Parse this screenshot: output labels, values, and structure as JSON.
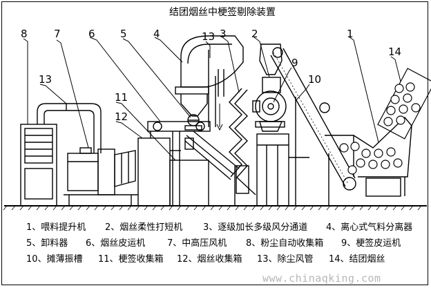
{
  "title": "结团烟丝中梗签剔除装置",
  "callouts": [
    "8",
    "7",
    "13",
    "6",
    "5",
    "4",
    "13",
    "3",
    "2",
    "1",
    "14",
    "9",
    "10",
    "11",
    "12"
  ],
  "legend": [
    [
      "1、喂料提升机",
      "2、烟丝柔性打短机",
      "3、逐级加长多级风分通道",
      "4、离心式气料分离器"
    ],
    [
      "5、卸料器",
      "6、烟丝皮运机",
      "7、中高压风机",
      "8、粉尘自动收集箱",
      "9、梗签皮运机"
    ],
    [
      "10、摊薄振槽",
      "11、梗签收集箱",
      "12、烟丝收集箱",
      "13、除尘风管",
      "14、结团烟丝"
    ]
  ],
  "watermark": "www.chinaqking.com"
}
